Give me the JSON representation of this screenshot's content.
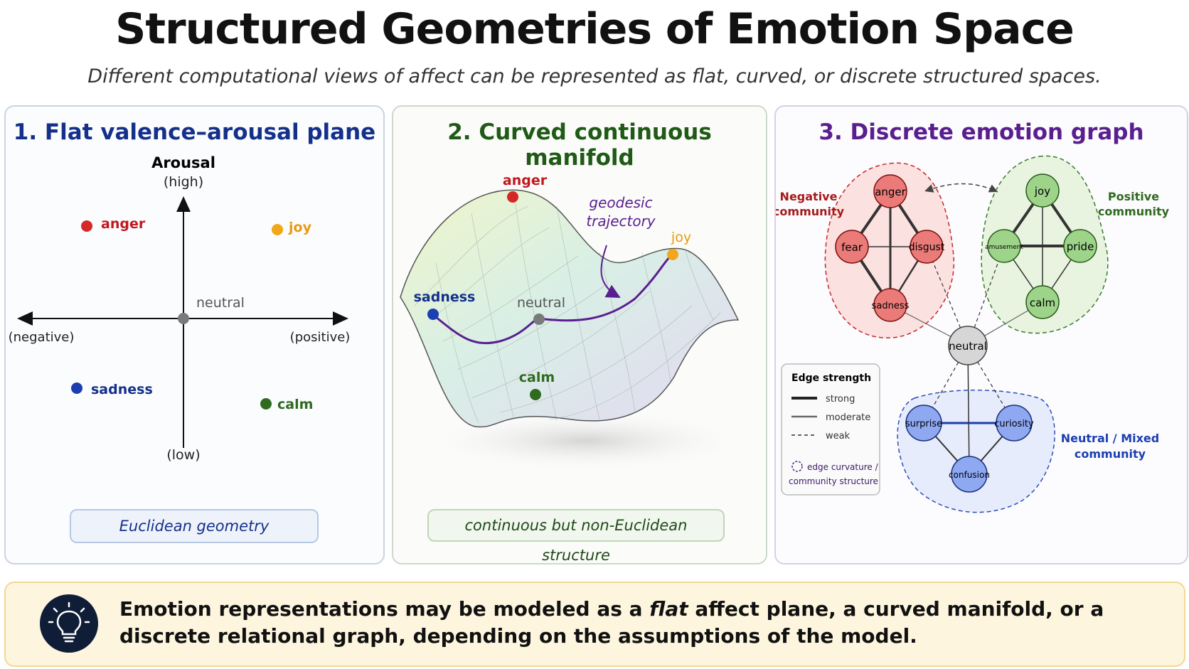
{
  "title": "Structured Geometries of Emotion Space",
  "subtitle": "Different computational views of affect can be represented as flat, curved, or discrete structured spaces.",
  "panel1": {
    "title": "1. Flat valence–arousal plane",
    "axis_label": "Arousal",
    "high": "(high)",
    "low": "(low)",
    "negative": "(negative)",
    "positive": "(positive)",
    "points": {
      "anger": "anger",
      "joy": "joy",
      "neutral": "neutral",
      "sadness": "sadness",
      "calm": "calm"
    },
    "caption": "Euclidean geometry"
  },
  "panel2": {
    "title": "2. Curved continuous manifold",
    "points": {
      "anger": "anger",
      "joy": "joy",
      "neutral": "neutral",
      "sadness": "sadness",
      "calm": "calm"
    },
    "annotation_line1": "geodesic",
    "annotation_line2": "trajectory",
    "caption": "continuous but non-Euclidean structure"
  },
  "panel3": {
    "title": "3. Discrete emotion graph",
    "negative_community": [
      "Negative",
      "community"
    ],
    "positive_community": [
      "Positive",
      "community"
    ],
    "neutral_community": [
      "Neutral / Mixed",
      "community"
    ],
    "nodes": {
      "anger": "anger",
      "fear": "fear",
      "disgust": "disgust",
      "sadness": "sadness",
      "joy": "joy",
      "amusement": "amusement",
      "pride": "pride",
      "calm": "calm",
      "neutral": "neutral",
      "surprise": "surprise",
      "curiosity": "curiosity",
      "confusion": "confusion"
    },
    "legend": {
      "title": "Edge strength",
      "strong": "strong",
      "moderate": "moderate",
      "weak": "weak",
      "curvature_line1": "edge curvature /",
      "curvature_line2": "community structure"
    }
  },
  "bottom": {
    "text_before": "Emotion representations may be modeled as a ",
    "text_em": "flat",
    "text_after": " affect plane, a curved manifold, or a discrete relational graph, depending on the assumptions of the model."
  },
  "colors": {
    "red": "#d62728",
    "gold": "#f0a81a",
    "blue": "#1b3fb0",
    "green": "#2f6a1f",
    "gray": "#7a7a7a",
    "purple": "#5a1f8f"
  },
  "icons": [
    "lightbulb-icon"
  ]
}
